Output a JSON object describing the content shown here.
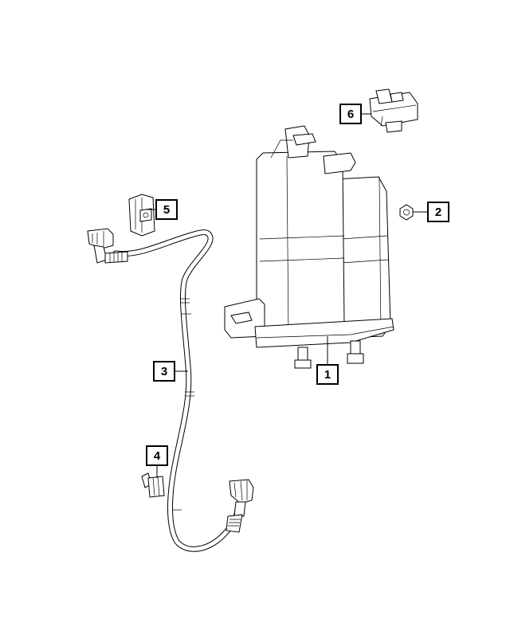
{
  "diagram": {
    "callouts": [
      {
        "id": "callout-1",
        "label": "1"
      },
      {
        "id": "callout-2",
        "label": "2"
      },
      {
        "id": "callout-3",
        "label": "3"
      },
      {
        "id": "callout-4",
        "label": "4"
      },
      {
        "id": "callout-5",
        "label": "5"
      },
      {
        "id": "callout-6",
        "label": "6"
      }
    ],
    "colors": {
      "line": "#000000",
      "background": "#ffffff"
    },
    "parts": [
      {
        "callout": "1",
        "icon": "vapor-canister-icon"
      },
      {
        "callout": "2",
        "icon": "hex-nut-icon"
      },
      {
        "callout": "3",
        "icon": "hose-assembly-icon"
      },
      {
        "callout": "4",
        "icon": "hose-clip-icon"
      },
      {
        "callout": "5",
        "icon": "retainer-clip-icon"
      },
      {
        "callout": "6",
        "icon": "vent-valve-icon"
      }
    ]
  }
}
